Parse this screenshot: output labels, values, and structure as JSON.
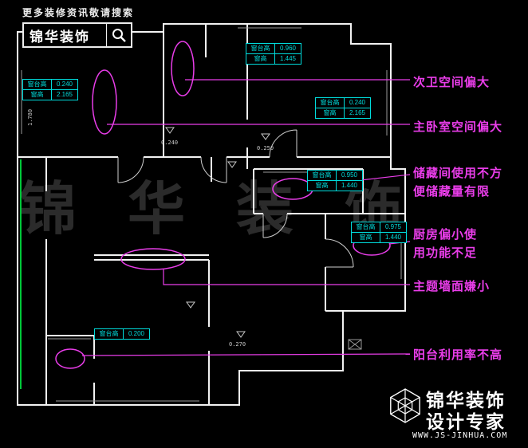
{
  "colors": {
    "background": "#000000",
    "wall": "#f2f2f2",
    "annotation_magenta": "#e93de9",
    "dimension_cyan": "#00dcdc",
    "balcony_green": "#00c838",
    "watermark_gray": "#2b2b2b"
  },
  "header": {
    "tagline": "更多装修资讯敬请搜索",
    "brand": "锦华装饰"
  },
  "watermark": {
    "text": "锦华装饰"
  },
  "annotations": [
    {
      "lines": [
        "次卫空间偏大"
      ]
    },
    {
      "lines": [
        "主卧室空间偏大"
      ]
    },
    {
      "lines": [
        "储藏间使用不方",
        "便储藏量有限"
      ]
    },
    {
      "lines": [
        "厨房偏小使",
        "用功能不足"
      ]
    },
    {
      "lines": [
        "主题墙面嫌小"
      ]
    },
    {
      "lines": [
        "阳台利用率不高"
      ]
    }
  ],
  "window_dims": [
    {
      "rows": [
        {
          "label": "窗台高",
          "value": "0.960"
        },
        {
          "label": "窗高",
          "value": "1.445"
        }
      ]
    },
    {
      "rows": [
        {
          "label": "窗台高",
          "value": "0.240"
        },
        {
          "label": "窗高",
          "value": "2.165"
        }
      ]
    },
    {
      "rows": [
        {
          "label": "窗台高",
          "value": "0.240"
        },
        {
          "label": "窗高",
          "value": "2.165"
        }
      ]
    },
    {
      "rows": [
        {
          "label": "窗台高",
          "value": "0.950"
        },
        {
          "label": "窗高",
          "value": "1.440"
        }
      ]
    },
    {
      "rows": [
        {
          "label": "窗台高",
          "value": "0.975"
        },
        {
          "label": "窗高",
          "value": "1.440"
        }
      ]
    },
    {
      "rows": [
        {
          "label": "窗台高",
          "value": "0.200"
        }
      ]
    }
  ],
  "level_marks": [
    "0.240",
    "0.250",
    "0.270",
    "1.780"
  ],
  "footer": {
    "brand": "锦华装饰",
    "subtitle": "设计专家",
    "website": "WWW.JS-JINHUA.COM"
  }
}
